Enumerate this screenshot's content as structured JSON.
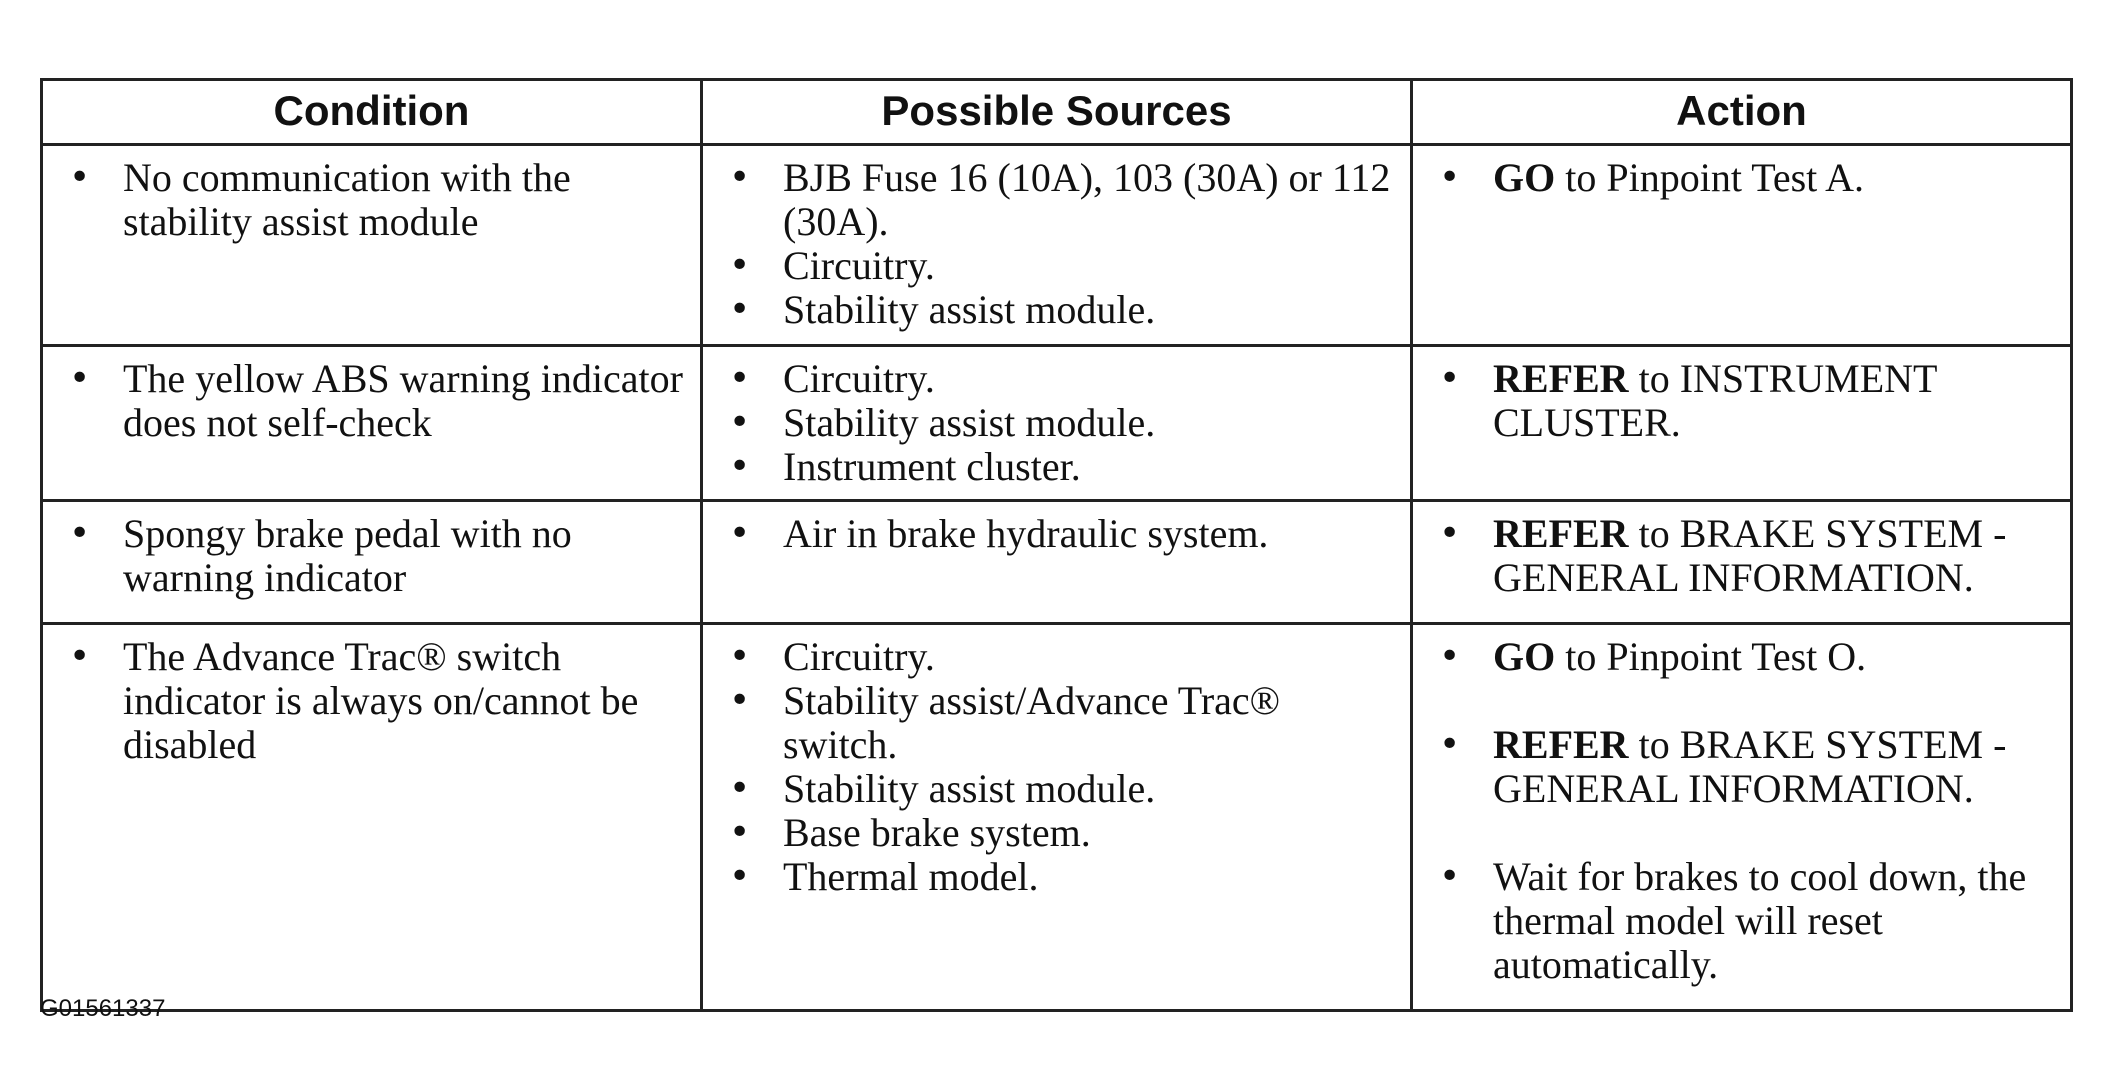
{
  "table": {
    "headers": [
      "Condition",
      "Possible Sources",
      "Action"
    ],
    "rows": [
      {
        "condition": "No communication with the stability assist module",
        "sources": [
          "BJB Fuse 16 (10A), 103 (30A) or 112 (30A).",
          "Circuitry.",
          "Stability assist module."
        ],
        "actions": [
          {
            "keyword": "GO",
            "text": " to Pinpoint Test A."
          }
        ]
      },
      {
        "condition": "The yellow ABS warning indicator does not self-check",
        "sources": [
          "Circuitry.",
          "Stability assist module.",
          "Instrument cluster."
        ],
        "actions": [
          {
            "keyword": "REFER",
            "text": " to INSTRUMENT CLUSTER."
          }
        ]
      },
      {
        "condition": "Spongy brake pedal with no warning indicator",
        "sources": [
          "Air in brake hydraulic system."
        ],
        "actions": [
          {
            "keyword": "REFER",
            "text": " to BRAKE SYSTEM - GENERAL INFORMATION."
          }
        ]
      },
      {
        "condition": "The Advance Trac® switch indicator is always on/cannot be disabled",
        "sources": [
          "Circuitry.",
          "Stability assist/Advance Trac® switch.",
          "Stability assist module.",
          "Base brake system.",
          "Thermal model."
        ],
        "actions": [
          {
            "keyword": "GO",
            "text": " to Pinpoint Test O."
          },
          {
            "keyword": "REFER",
            "text": " to BRAKE SYSTEM - GENERAL INFORMATION."
          },
          {
            "keyword": "",
            "text": "Wait for brakes to cool down, the thermal model will reset automatically."
          }
        ]
      }
    ]
  },
  "figure_id": "G01561337"
}
